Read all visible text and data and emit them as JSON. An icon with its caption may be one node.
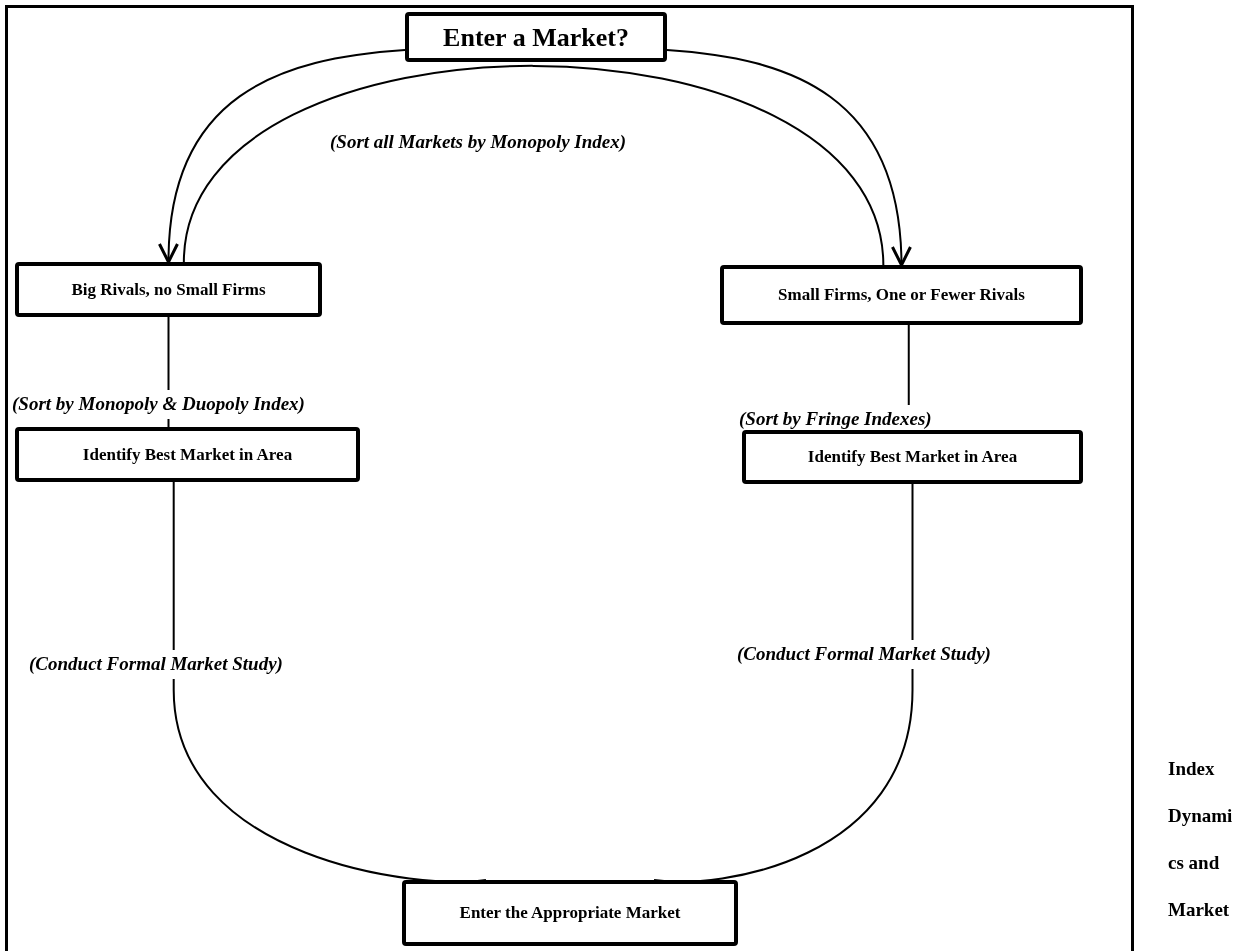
{
  "diagram": {
    "nodes": [
      {
        "text": [
          "Enter a Market?"
        ]
      },
      {
        "text": [
          "Big Rivals, no Small Firms"
        ]
      },
      {
        "text": [
          "Small Firms, One or Fewer Rivals"
        ]
      },
      {
        "text": [
          "Identify Best Market in Area"
        ]
      },
      {
        "text": [
          "Identify Best Market in Area"
        ]
      },
      {
        "text": [
          "Enter the Appropriate Market"
        ]
      }
    ],
    "edges": [
      {
        "from": 0,
        "to": 1,
        "arrow": "to"
      },
      {
        "from": 0,
        "to": 2,
        "arrow": "to"
      },
      {
        "from": 1,
        "to": 2,
        "arrow": "none"
      },
      {
        "from": 1,
        "to": 3,
        "arrow": "none",
        "label": "(Sort by Monopoly & Duopoly Index)"
      },
      {
        "from": 2,
        "to": 4,
        "arrow": "none",
        "label": "(Sort by Fringe Indexes)"
      },
      {
        "from": 3,
        "to": 5,
        "arrow": "none",
        "label": "(Conduct Formal Market Study)"
      },
      {
        "from": 4,
        "to": 5,
        "arrow": "none",
        "label": "(Conduct Formal Market Study)"
      }
    ],
    "labels": [
      "(Sort all Markets by Monopoly Index)",
      "Index Dynamics and Market"
    ]
  }
}
